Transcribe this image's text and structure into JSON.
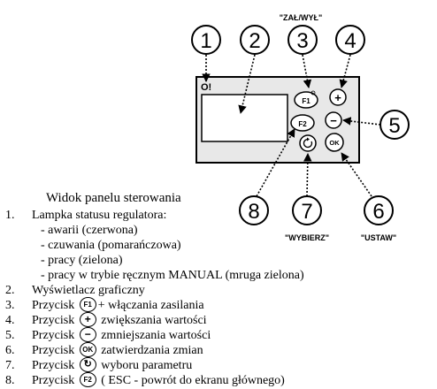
{
  "callouts": [
    "1",
    "2",
    "3",
    "4",
    "5",
    "6",
    "7",
    "8"
  ],
  "top_label": "\"ZAŁ/WYŁ\"",
  "bottom_labels": {
    "wybierz": "\"WYBIERZ\"",
    "ustaw": "\"USTAW\""
  },
  "panel": {
    "led_glyph": "O!",
    "f1": "F1",
    "f2": "F2",
    "plus": "+",
    "minus": "−",
    "ok": "OK"
  },
  "title": "Widok panelu sterowania",
  "legend": [
    {
      "num": "1.",
      "text": "Lampka statusu regulatora:"
    },
    {
      "num": "",
      "text": "- awarii (czerwona)"
    },
    {
      "num": "",
      "text": "- czuwania (pomarańczowa)"
    },
    {
      "num": "",
      "text": "- pracy (zielona)"
    },
    {
      "num": "",
      "text": "- pracy w trybie ręcznym MANUAL (mruga zielona)"
    },
    {
      "num": "2.",
      "text": "Wyświetlacz graficzny"
    },
    {
      "num": "3.",
      "prefix": "Przycisk",
      "icon": "F1",
      "text": "+ włączania zasilania"
    },
    {
      "num": "4.",
      "prefix": "Przycisk",
      "icon": "+",
      "text": "zwiększania wartości"
    },
    {
      "num": "5.",
      "prefix": "Przycisk",
      "icon": "−",
      "text": "zmniejszania wartości"
    },
    {
      "num": "6.",
      "prefix": "Przycisk",
      "icon": "OK",
      "text": "zatwierdzania zmian"
    },
    {
      "num": "7.",
      "prefix": "Przycisk",
      "icon": "↻",
      "text": "wyboru parametru"
    },
    {
      "num": "8.",
      "prefix": "Przycisk",
      "icon": "F2",
      "text": "( ESC - powrót do ekranu głównego)"
    }
  ],
  "icons": {
    "refresh": "refresh-icon",
    "power": "power-icon"
  }
}
